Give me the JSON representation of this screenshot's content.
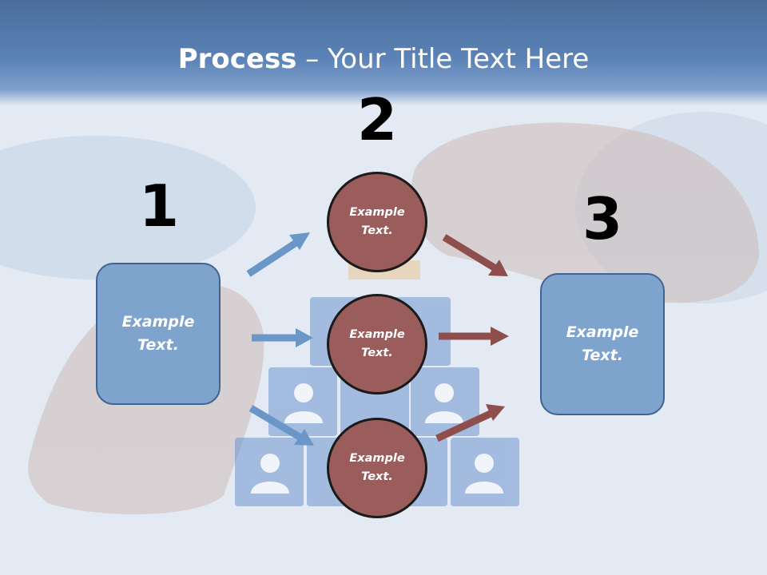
{
  "title": {
    "bold": "Process",
    "rest": " – Your Title Text Here"
  },
  "steps": [
    {
      "number": "1",
      "text": "Example\nText."
    },
    {
      "number": "2"
    },
    {
      "number": "3",
      "text": "Example\nText."
    }
  ],
  "circles": [
    {
      "text": "Example\nText."
    },
    {
      "text": "Example\nText."
    },
    {
      "text": "Example\nText."
    }
  ],
  "colors": {
    "box_fill": "#7ea3cd",
    "circle_fill": "#9a5d5c",
    "arrow_blue": "#6a96c8",
    "arrow_red": "#8e4f4c",
    "header": "#5b82b6"
  }
}
